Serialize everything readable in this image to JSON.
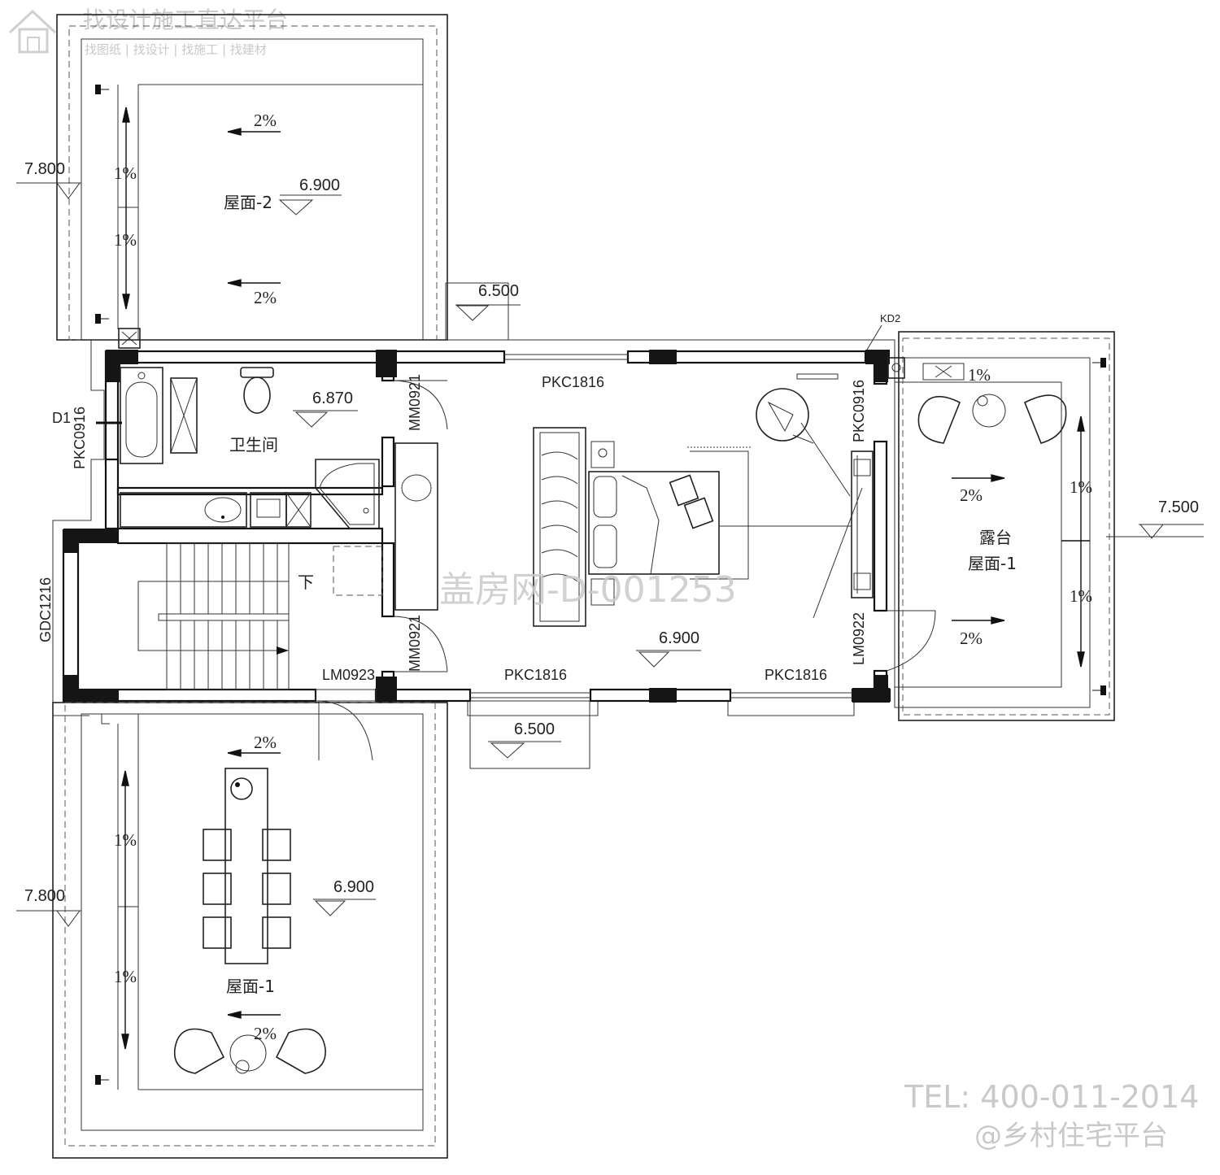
{
  "watermark": {
    "brand_line1": "找设计施工直达平台",
    "brand_line2": "找图纸 | 找设计 | 找施工 | 找建材",
    "center": "盖房网-D-001253",
    "tel": "TEL: 400-011-2014",
    "platform": "@乡村住宅平台"
  },
  "rooms": {
    "bathroom": "卫生间",
    "terrace": "露台",
    "terrace_roof": "屋面-1",
    "roof_top": "屋面-2",
    "roof_bottom": "屋面-1",
    "stair_down": "下"
  },
  "levels": {
    "top_left": "7.800",
    "roof2": "6.900",
    "step_top": "6.500",
    "bath": "6.870",
    "right": "7.500",
    "bedroom": "6.900",
    "step_bottom": "6.500",
    "bottom_left": "7.800",
    "roof1": "6.900"
  },
  "openings": {
    "pkc_top": "PKC1816",
    "pkc_bottom_left": "PKC1816",
    "pkc_bottom_right": "PKC1816",
    "mm_top": "MM0921",
    "mm_bottom": "MM0921",
    "lm_bottom": "LM0923",
    "lm_right": "LM0922",
    "pkc0916_left": "PKC0916",
    "pkc0916_right": "PKC0916",
    "gdc": "GDC1216",
    "d1": "D1",
    "kd2": "KD2"
  },
  "slopes": {
    "roof2_top": "2%",
    "roof2_bottom": "2%",
    "roof2_side1": "1%",
    "roof2_side2": "1%",
    "roof1_top": "2%",
    "roof1_bottom": "2%",
    "roof1_side1": "1%",
    "roof1_side2": "1%",
    "terrace_top": "1%",
    "terrace_mid": "2%",
    "terrace_bottom": "2%",
    "terrace_side1": "1%",
    "terrace_side2": "1%"
  }
}
